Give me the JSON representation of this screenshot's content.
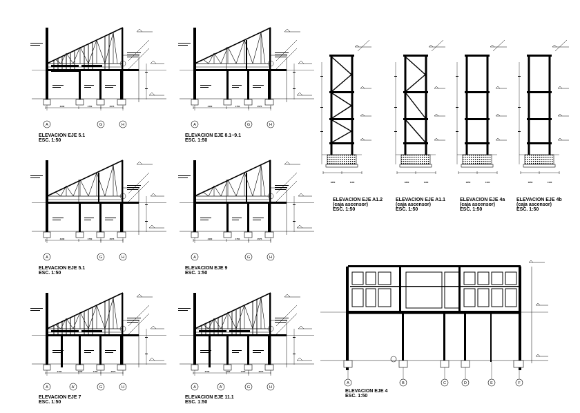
{
  "drawings": {
    "e51a": {
      "title": "ELEVACION  EJE  5.1",
      "scale": "ESC.  1:50",
      "axes": [
        "A",
        "G",
        "H"
      ]
    },
    "e81": {
      "title": "ELEVACION  EJE  8.1−9.1",
      "scale": "ESC.  1:50",
      "axes": [
        "A",
        "G",
        "H"
      ]
    },
    "e51b": {
      "title": "ELEVACION  EJE  5.1",
      "scale": "ESC.  1:50",
      "axes": [
        "A",
        "G",
        "H"
      ]
    },
    "e9": {
      "title": "ELEVACION  EJE  9",
      "scale": "ESC.  1:50",
      "axes": [
        "A",
        "G",
        "H"
      ]
    },
    "e7": {
      "title": "ELEVACION  EJE  7",
      "scale": "ESC.  1:50",
      "axes": [
        "A",
        "A'",
        "G",
        "H"
      ]
    },
    "e111": {
      "title": "ELEVACION  EJE  11.1",
      "scale": "ESC.  1:50",
      "axes": [
        "A",
        "A'",
        "G",
        "H"
      ]
    },
    "a12": {
      "title": "ELEVACION  EJE  A1.2",
      "subtitle": "(caja  ascensor)",
      "scale": "ESC.  1:50"
    },
    "a11": {
      "title": "ELEVACION  EJE  A1.1",
      "subtitle": "(caja  ascensor)",
      "scale": "ESC.  1:50"
    },
    "e4a": {
      "title": "ELEVACION  EJE  4a",
      "subtitle": "(caja  ascensor)",
      "scale": "ESC.  1:50"
    },
    "e4b": {
      "title": "ELEVACION  EJE  4b",
      "subtitle": "(caja  ascensor)",
      "scale": "ESC.  1:50"
    },
    "e4": {
      "title": "ELEVACION  EJE  4",
      "scale": "ESC.  1:50",
      "axes": [
        "A",
        "B",
        "C",
        "D",
        "E",
        "F"
      ]
    }
  },
  "dimensions": {
    "frame_bottom": [
      "4400",
      "1750",
      "2575"
    ],
    "frame_bottom_7": [
      "2700",
      "1700",
      "1750",
      "2575"
    ],
    "shaft_bottom": [
      "1850",
      "1100"
    ]
  }
}
